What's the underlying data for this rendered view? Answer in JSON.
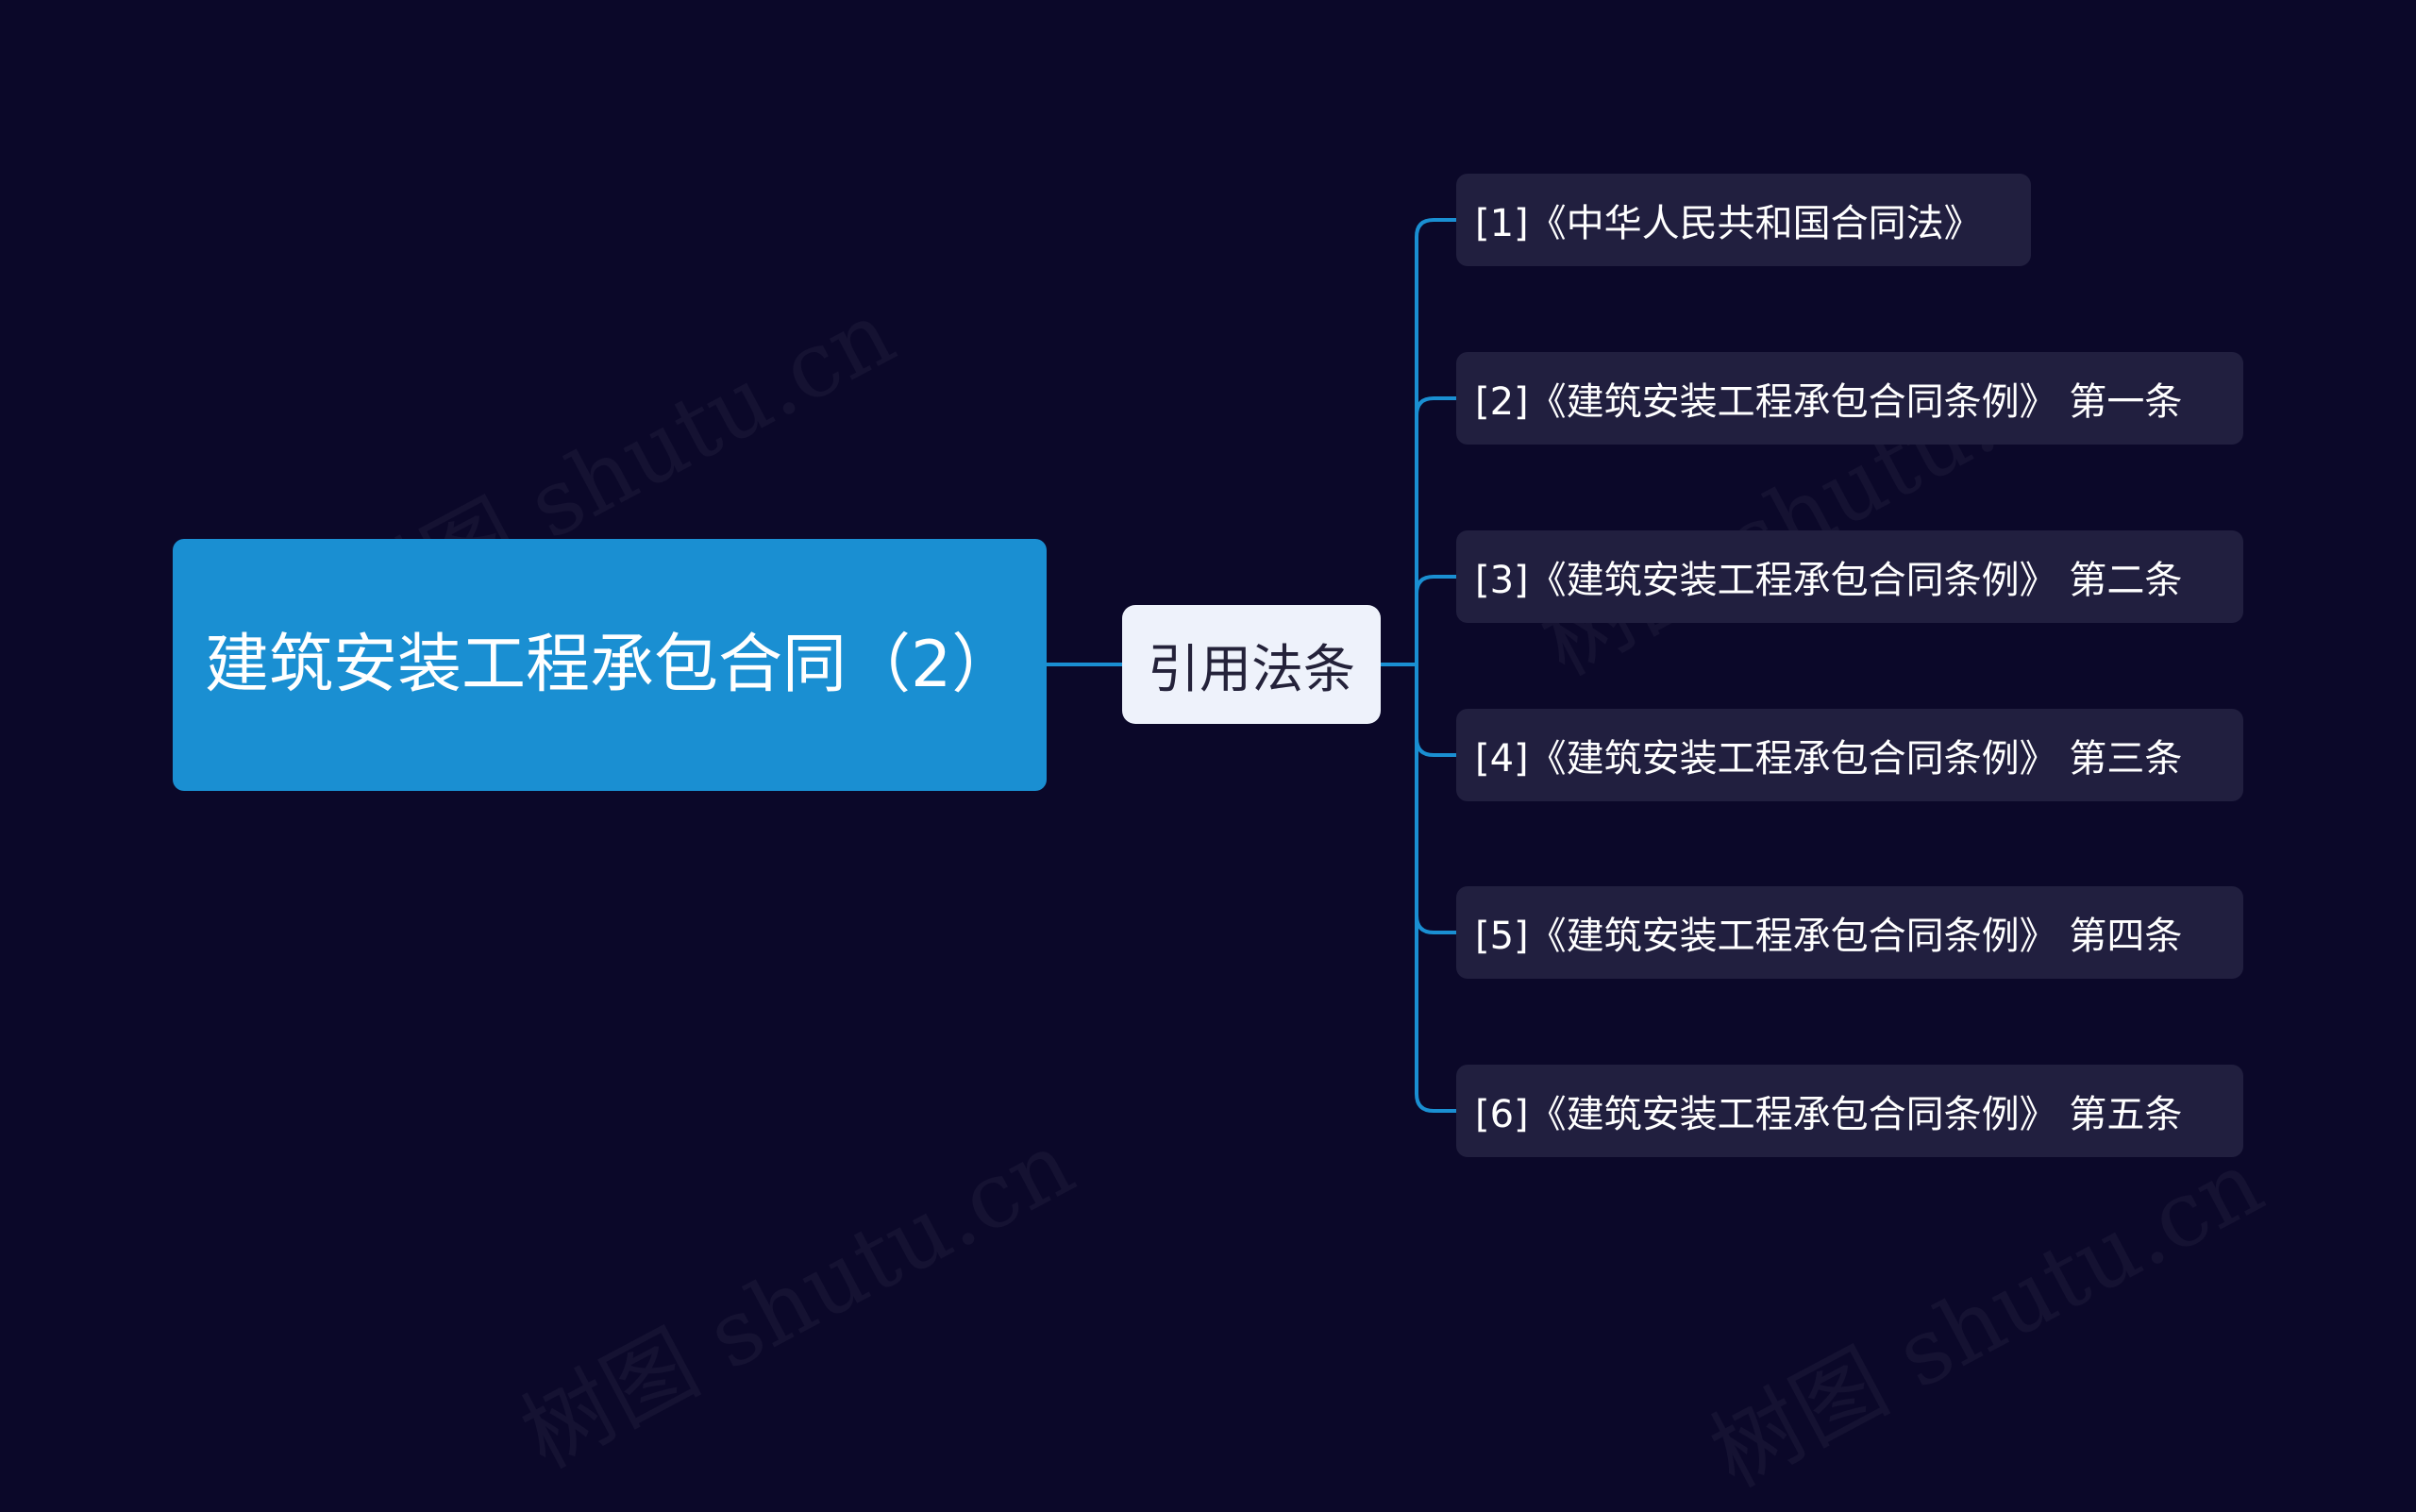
{
  "root": {
    "label": "建筑安装工程承包合同（2）"
  },
  "branch": {
    "label": "引用法条"
  },
  "leaves": [
    {
      "label": "[1]《中华人民共和国合同法》"
    },
    {
      "label": "[2]《建筑安装工程承包合同条例》 第一条"
    },
    {
      "label": "[3]《建筑安装工程承包合同条例》 第二条"
    },
    {
      "label": "[4]《建筑安装工程承包合同条例》 第三条"
    },
    {
      "label": "[5]《建筑安装工程承包合同条例》 第四条"
    },
    {
      "label": "[6]《建筑安装工程承包合同条例》 第五条"
    }
  ],
  "watermark": {
    "text": "树图 shutu.cn"
  },
  "colors": {
    "background": "#0b0829",
    "root_fill": "#1a8fd2",
    "branch_fill": "#eef2fb",
    "leaf_fill": "#211f3f",
    "connector": "#1a8fd2"
  }
}
